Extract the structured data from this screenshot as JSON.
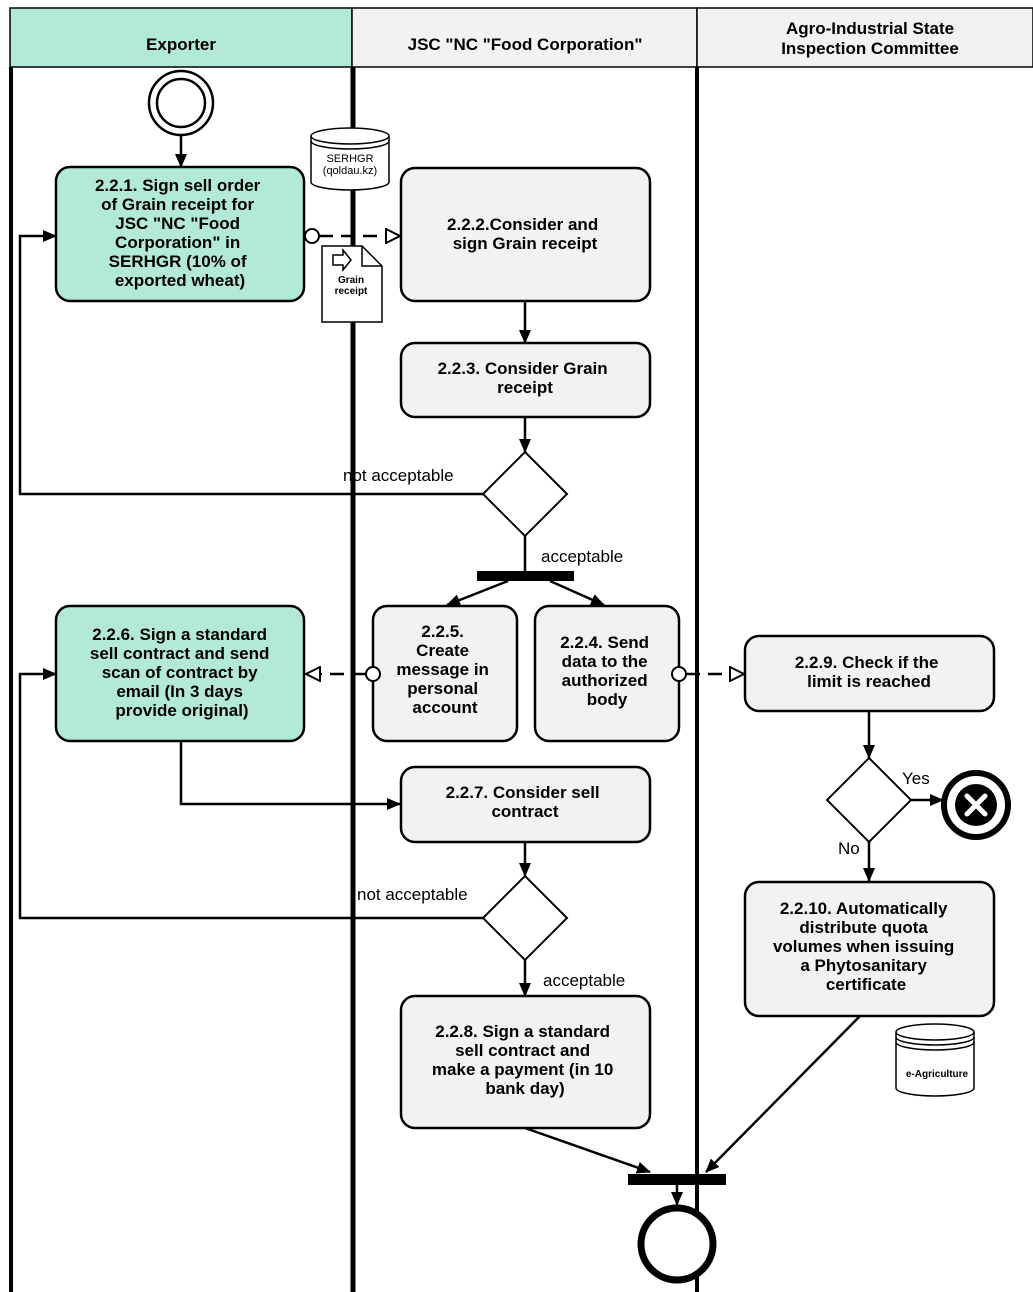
{
  "lanes": [
    {
      "id": "exporter",
      "title_lines": [
        "Exporter"
      ],
      "color": "#b3ead6"
    },
    {
      "id": "food",
      "title_lines": [
        "JSC \"NC \"Food Corporation\""
      ],
      "color": "#f2f2f2"
    },
    {
      "id": "agro",
      "title_lines": [
        "Agro-Industrial State",
        "Inspection Committee"
      ],
      "color": "#f2f2f2"
    }
  ],
  "activities": [
    {
      "id": "a221",
      "lines": [
        "2.2.1. Sign sell order",
        "of Grain receipt for",
        "JSC \"NC \"Food",
        "Corporation\"  in",
        "SERHGR (10% of",
        "exported wheat)"
      ],
      "fill": "#b3ead6"
    },
    {
      "id": "a222",
      "lines": [
        "2.2.2.Consider and",
        "sign Grain receipt"
      ],
      "fill": "#f2f2f2"
    },
    {
      "id": "a223",
      "lines": [
        "2.2.3. Consider Grain",
        "receipt"
      ],
      "fill": "#f2f2f2"
    },
    {
      "id": "a226",
      "lines": [
        "2.2.6. Sign a standard",
        "sell contract and send",
        "scan of contract by",
        "email (In 3 days",
        "provide original)"
      ],
      "fill": "#b3ead6"
    },
    {
      "id": "a225",
      "lines": [
        "2.2.5.",
        "Create",
        "message in",
        "personal",
        "account"
      ],
      "fill": "#f2f2f2"
    },
    {
      "id": "a224",
      "lines": [
        "2.2.4. Send",
        "data to the",
        "authorized",
        "body"
      ],
      "fill": "#f2f2f2"
    },
    {
      "id": "a229",
      "lines": [
        "2.2.9. Check if the",
        "limit is reached"
      ],
      "fill": "#f2f2f2"
    },
    {
      "id": "a227",
      "lines": [
        "2.2.7. Consider sell",
        "contract"
      ],
      "fill": "#f2f2f2"
    },
    {
      "id": "a2210",
      "lines": [
        "2.2.10. Automatically",
        "distribute quota",
        "volumes when issuing",
        "a Phytosanitary",
        "certificate"
      ],
      "fill": "#f2f2f2"
    },
    {
      "id": "a228",
      "lines": [
        "2.2.8. Sign a standard",
        "sell contract and",
        "make a payment (in 10",
        "bank day)"
      ],
      "fill": "#f2f2f2"
    }
  ],
  "data_stores": [
    {
      "id": "serhgr",
      "lines": [
        "SERHGR",
        "(qoldau.kz)"
      ]
    },
    {
      "id": "eagri",
      "lines": [
        "e-Agriculture"
      ]
    }
  ],
  "documents": [
    {
      "id": "grain",
      "lines": [
        "Grain",
        "receipt"
      ]
    }
  ],
  "labels": {
    "not_acceptable_1": "not acceptable",
    "acceptable_1": "acceptable",
    "not_acceptable_2": "not acceptable",
    "acceptable_2": "acceptable",
    "yes": "Yes",
    "no": "No"
  },
  "colors": {
    "exporter": "#b3ead6",
    "neutral": "#f2f2f2",
    "line": "#000000"
  }
}
